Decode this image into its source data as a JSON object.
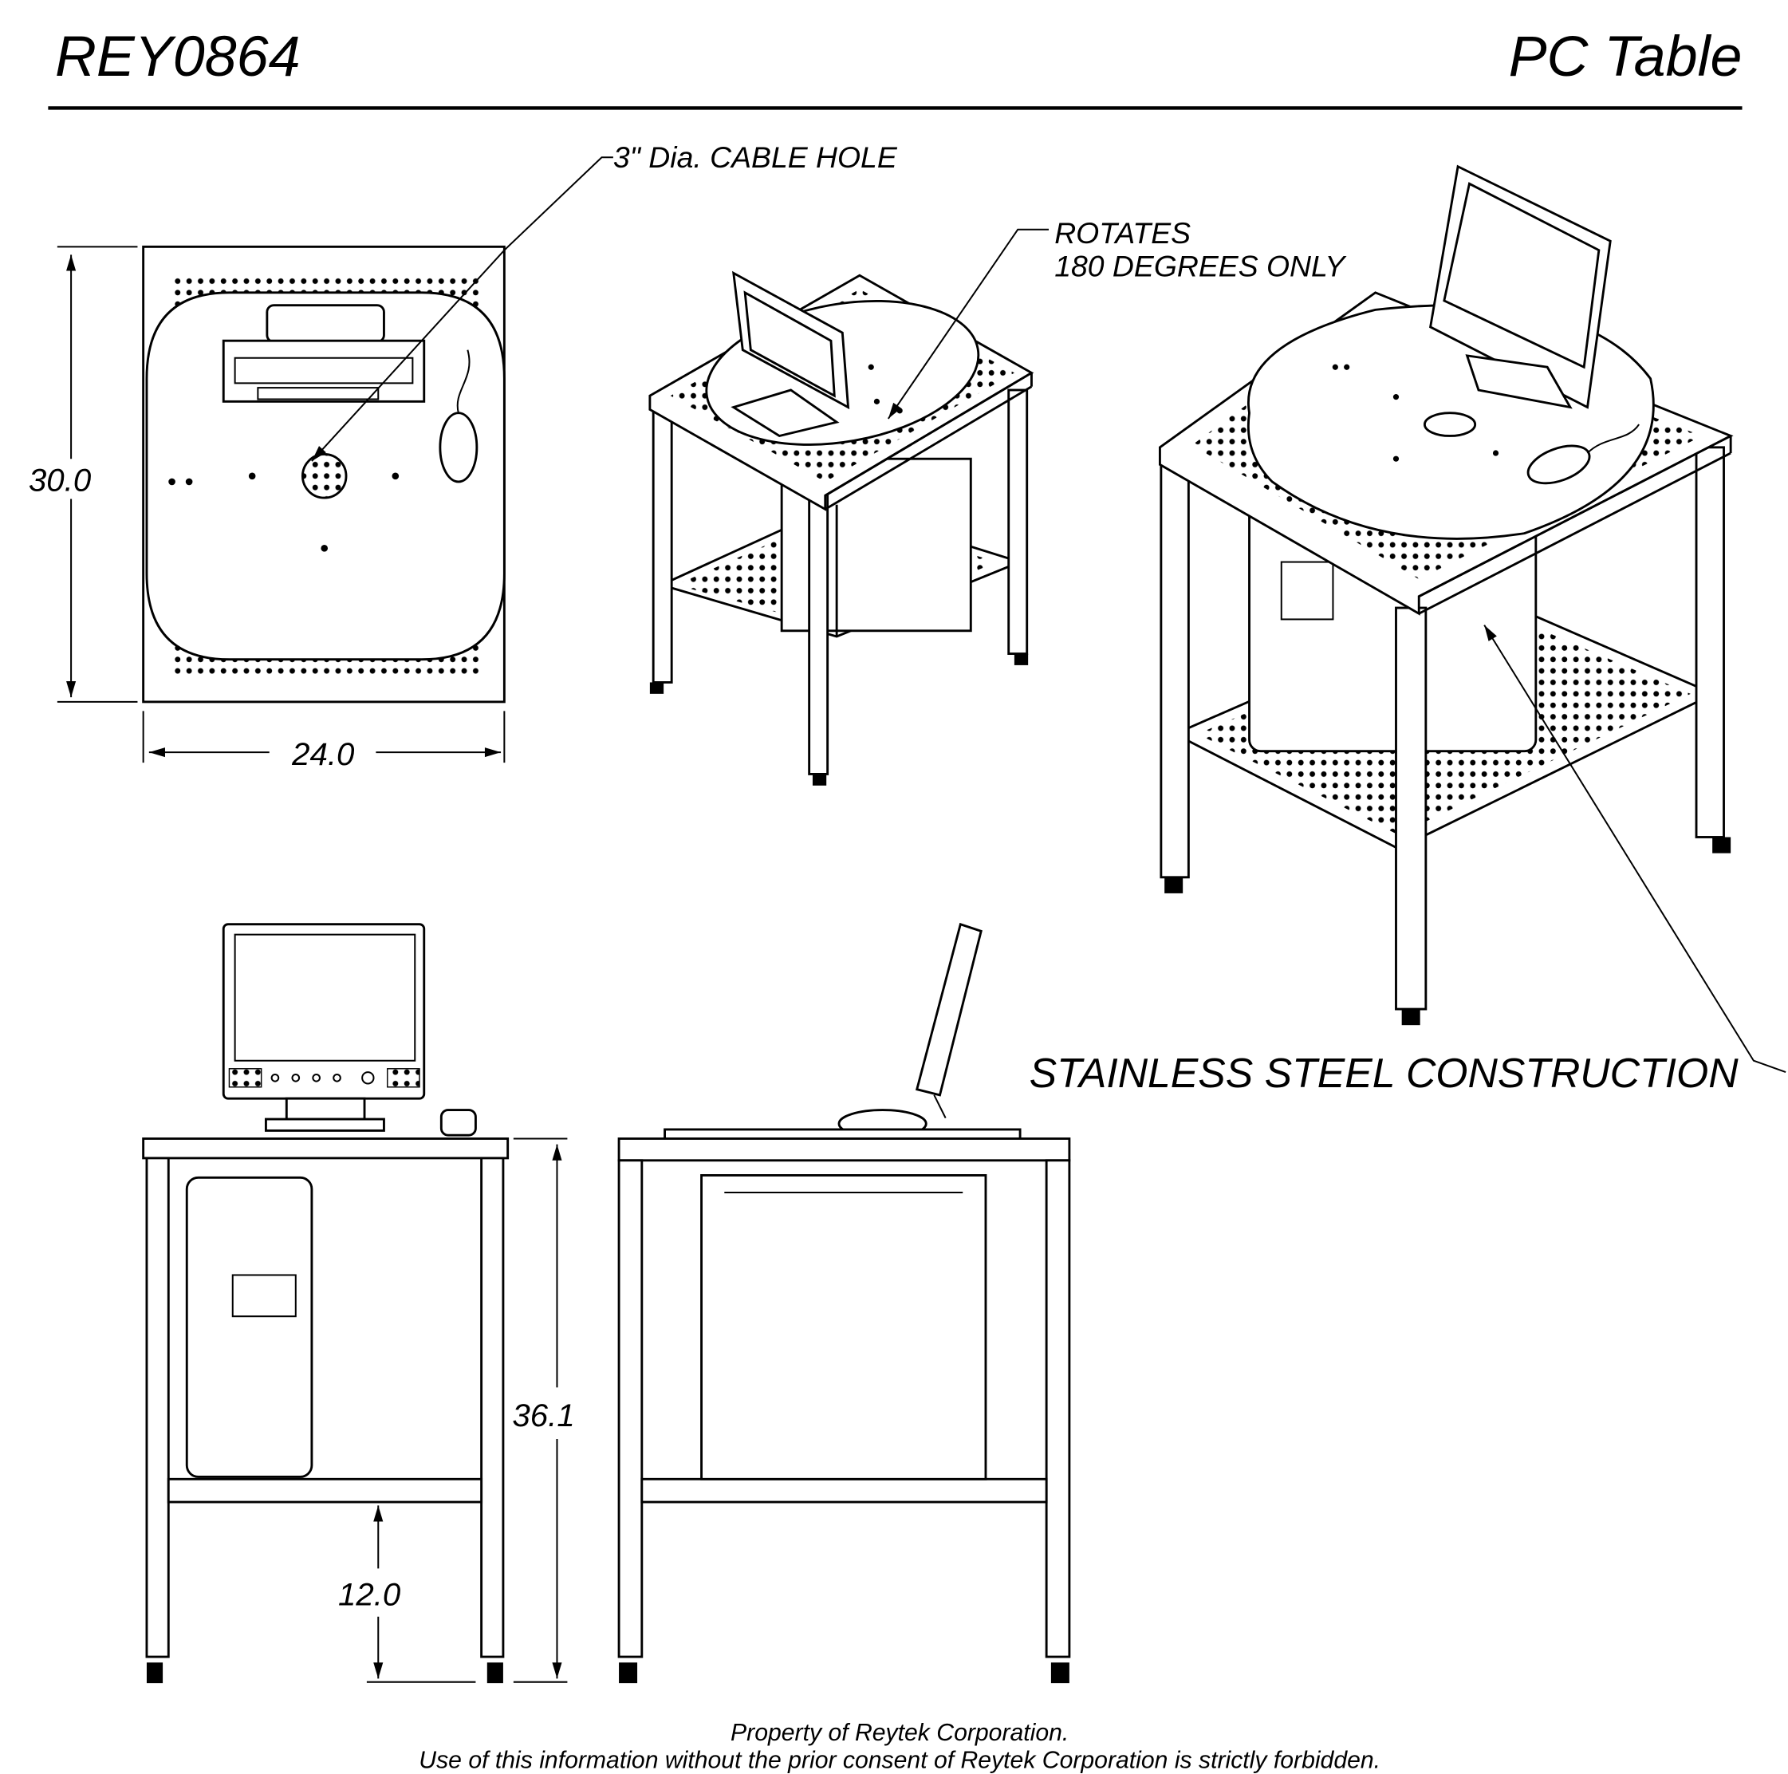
{
  "header": {
    "part_number": "REY0864",
    "product_name": "PC Table"
  },
  "annotations": {
    "cable_hole": "3\" Dia. CABLE HOLE",
    "rotates_line1": "ROTATES",
    "rotates_line2": "180 DEGREES ONLY",
    "material": "STAINLESS STEEL CONSTRUCTION"
  },
  "dimensions": {
    "depth": "30.0",
    "width": "24.0",
    "height": "36.1",
    "shelf_height": "12.0"
  },
  "footer": {
    "line1": "Property of Reytek Corporation.",
    "line2": "Use of this information without the prior consent of Reytek Corporation is strictly forbidden."
  },
  "colors": {
    "ink": "#000000",
    "paper": "#ffffff"
  }
}
